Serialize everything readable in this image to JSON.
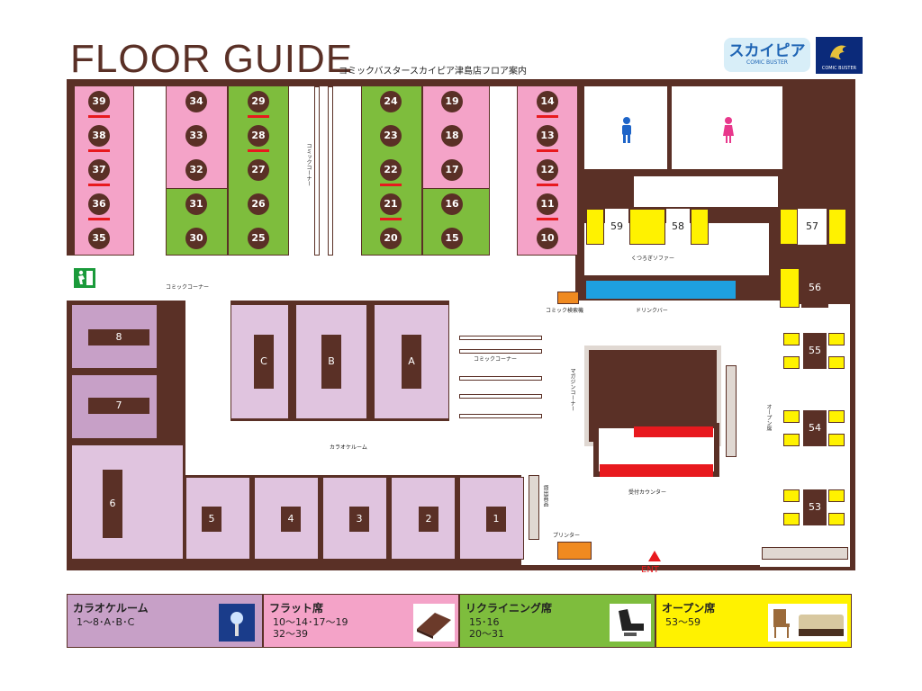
{
  "header": {
    "title": "FLOOR GUIDE",
    "subtitle": "コミックバスタースカイピア津島店フロア案内",
    "logo_text": "スカイピア",
    "logo_sub": "COMIC BUSTER",
    "brand_sub": "COMIC BUSTER"
  },
  "colors": {
    "wall": "#5a3026",
    "flat": "#f4a3c8",
    "recliner": "#7ebd3d",
    "karaoke": "#c7a0c7",
    "open": "#fff200",
    "drink": "#1ea0e0"
  },
  "flat_numbers": {
    "c1": [
      "39",
      "38",
      "37",
      "36",
      "35"
    ],
    "c2": [
      "34",
      "33",
      "32"
    ],
    "c4": [
      "19",
      "18",
      "17"
    ],
    "c5": [
      "14",
      "13",
      "12",
      "11",
      "10"
    ]
  },
  "recliner_numbers": {
    "c2": [
      "31",
      "30"
    ],
    "c3": [
      "29",
      "28",
      "27",
      "26",
      "25"
    ],
    "c4l": [
      "24",
      "23",
      "22",
      "21",
      "20"
    ],
    "c4r": [
      "16",
      "15"
    ]
  },
  "rooms": {
    "r8": "8",
    "r7": "7",
    "r6": "6",
    "r5": "5",
    "r4": "4",
    "r3": "3",
    "r2": "2",
    "r1": "1",
    "rA": "A",
    "rB": "B",
    "rC": "C"
  },
  "open_seats": {
    "s59": "59",
    "s58": "58",
    "s57": "57",
    "s56": "56",
    "s55": "55",
    "s54": "54",
    "s53": "53"
  },
  "labels": {
    "comic_corner_v": "コミックコーナー",
    "comic_corner_h": "コミックコーナー",
    "comic_corner_r": "コミックコーナー",
    "karaoke_room": "カラオケルーム",
    "comic_search": "コミック検索機",
    "drink_bar": "ドリンクバー",
    "sofa": "くつろぎソファー",
    "magazine_corner": "マガジンコーナー",
    "reception": "受付カウンター",
    "open_seat_v": "オープン席",
    "rental": "貸出商品",
    "printer": "プリンター",
    "ent": "ENT"
  },
  "legend": [
    {
      "title": "カラオケルーム",
      "range": "1～8･A･B･C",
      "color": "#c7a0c7",
      "icon": "microphone-icon"
    },
    {
      "title": "フラット席",
      "range": "10～14･17～19\n32～39",
      "color": "#f4a3c8",
      "icon": "flat-mat-icon"
    },
    {
      "title": "リクライニング席",
      "range": "15･16\n20～31",
      "color": "#7ebd3d",
      "icon": "recliner-chair-icon"
    },
    {
      "title": "オープン席",
      "range": "53～59",
      "color": "#fff200",
      "icon": "sofa-chair-icon"
    }
  ]
}
